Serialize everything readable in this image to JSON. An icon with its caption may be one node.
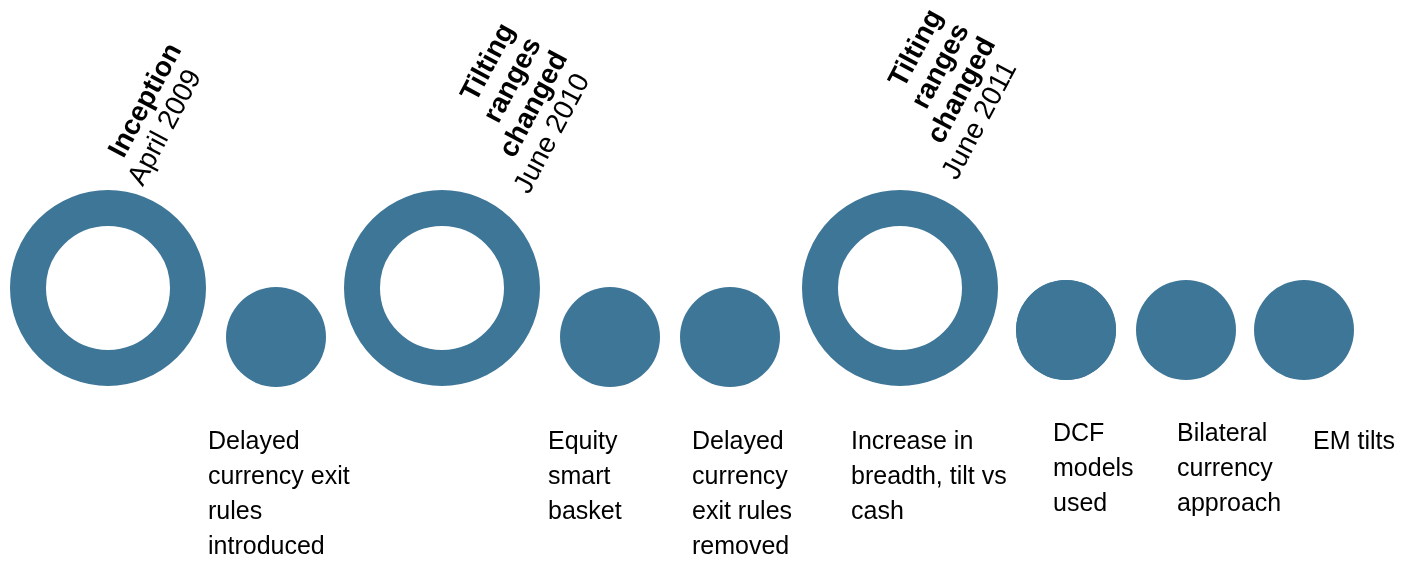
{
  "diagram": {
    "nodes": [
      {
        "text": [
          "Inception",
          "April 2009"
        ]
      },
      {
        "text": [],
        "shape": "circle",
        "beside": [
          "Delayed currency exit rules introduced"
        ]
      },
      {
        "text": [
          "Tilting ranges changed",
          "June 2010"
        ]
      },
      {
        "text": [],
        "shape": "circle",
        "beside": [
          "Equity smart basket"
        ]
      },
      {
        "text": [],
        "shape": "circle",
        "beside": [
          "Delayed currency exit rules removed"
        ]
      },
      {
        "text": [
          "Tilting ranges changed",
          "June 2011"
        ]
      },
      {
        "text": [],
        "shape": "circle",
        "beside": [
          "Increase in breadth, tilt vs cash"
        ]
      },
      {
        "text": [],
        "shape": "circle",
        "beside": [
          "DCF models used"
        ]
      },
      {
        "text": [],
        "shape": "circle",
        "beside": [
          "Bilateral currency approach"
        ]
      },
      {
        "text": [],
        "shape": "circle",
        "beside": [
          "EM tilts"
        ]
      }
    ]
  }
}
